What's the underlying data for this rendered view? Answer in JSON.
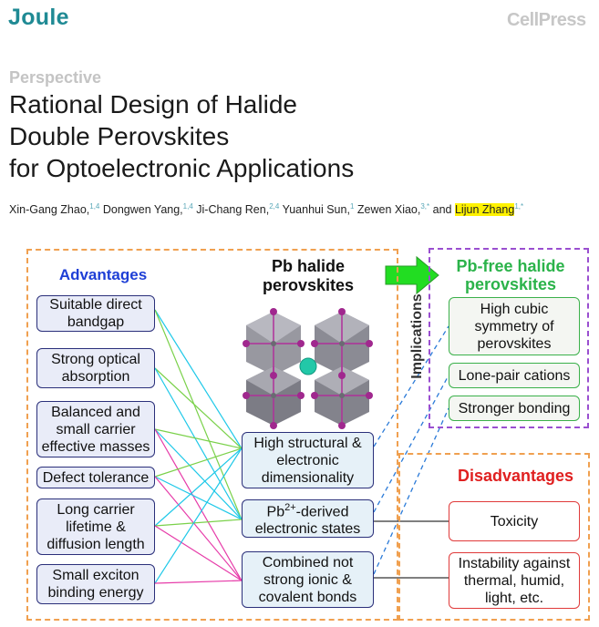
{
  "header": {
    "journal": "Joule",
    "publisher": "CellPress"
  },
  "article": {
    "kind": "Perspective",
    "title_lines": [
      "Rational Design of Halide",
      "Double Perovskites",
      "for Optoelectronic Applications"
    ],
    "authors": [
      {
        "name": "Xin-Gang Zhao,",
        "sup": "1,4"
      },
      {
        "name": "Dongwen Yang,",
        "sup": "1,4"
      },
      {
        "name": "Ji-Chang Ren,",
        "sup": "2,4"
      },
      {
        "name": "Yuanhui Sun,",
        "sup": "1"
      },
      {
        "name": "Zewen Xiao,",
        "sup": "3,*"
      },
      {
        "name": "and",
        "sup": ""
      },
      {
        "name": "Lijun Zhang",
        "sup": "1,*"
      }
    ]
  },
  "figure": {
    "advantages_title": "Advantages",
    "advantages": [
      "Suitable direct bandgap",
      "Strong optical absorption",
      "Balanced and small carrier effective masses",
      "Defect tolerance",
      "Long carrier lifetime & diffusion length",
      "Small exciton binding energy"
    ],
    "center_title": "Pb halide perovskites",
    "features": [
      "High structural & electronic dimensionality",
      "Pb2+-derived electronic states",
      "Combined not strong ionic & covalent bonds"
    ],
    "feature_pb_base": "Pb",
    "feature_pb_sup": "2+",
    "feature_pb_rest": "-derived electronic states",
    "implications_label": "Implications",
    "pbfree_title": "Pb-free halide perovskites",
    "pbfree": [
      "High cubic symmetry of perovskites",
      "Lone-pair cations",
      "Stronger bonding"
    ],
    "disadvantages_title": "Disadvantages",
    "disadvantages": [
      "Toxicity",
      "Instability against thermal, humid, light, etc."
    ],
    "colors": {
      "journal": "#1f8a94",
      "advantages_title": "#1e3fd6",
      "pbfree_title": "#2bb34a",
      "disadvantages_title": "#e02020",
      "orange_dash": "#f0a050",
      "purple_dash": "#9a4fd0",
      "arrow": "#22dd22"
    }
  }
}
